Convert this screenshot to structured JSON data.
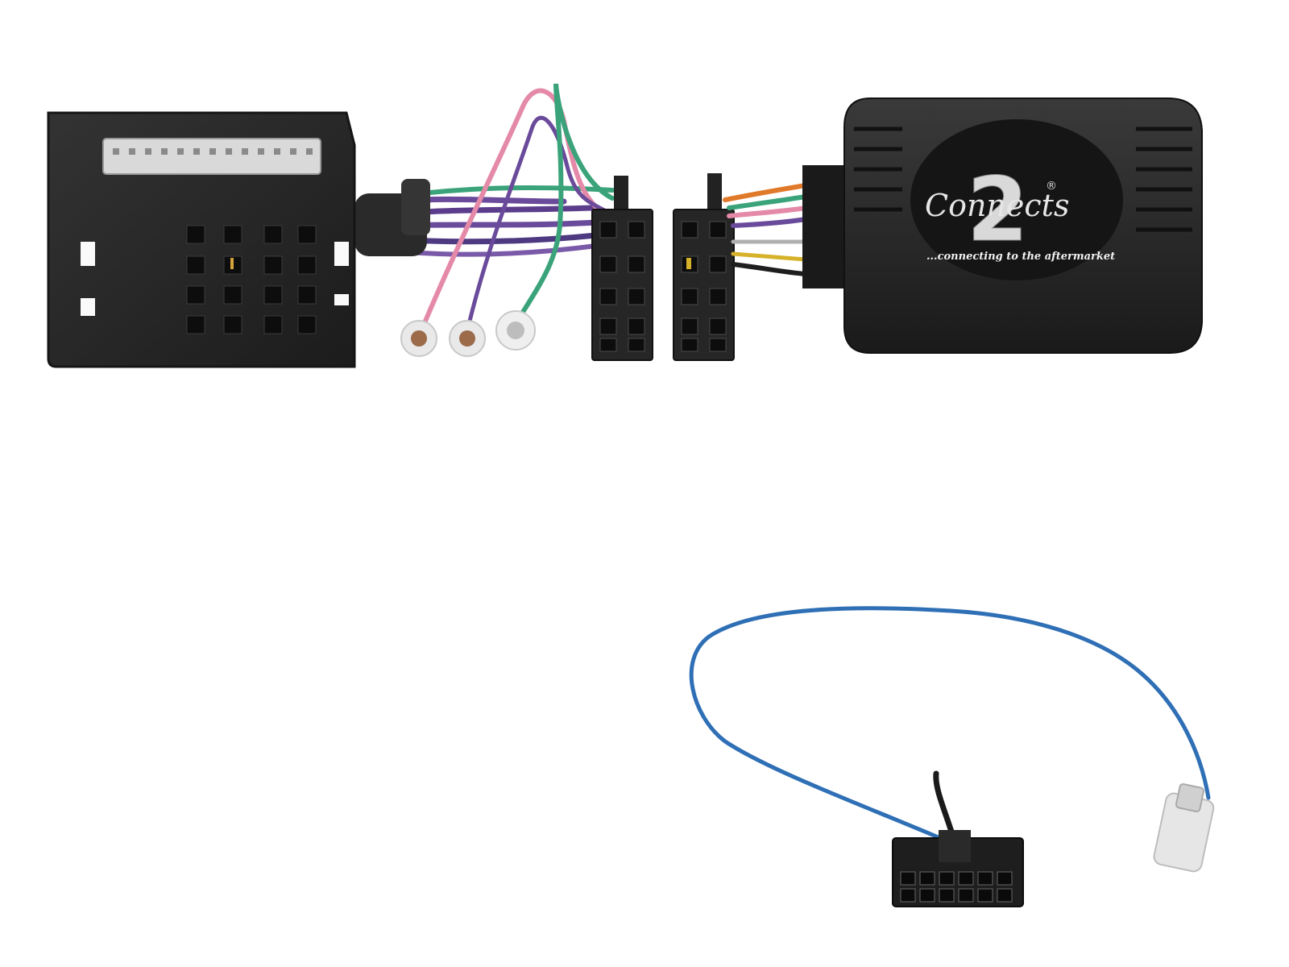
{
  "product": {
    "brand_logo_text": "Connects",
    "brand_logo_numeral": "2",
    "registered_mark": "®",
    "tagline": "...connecting to the aftermarket"
  },
  "colors": {
    "background": "#ffffff",
    "plastic": "#222222",
    "pin_block": "#d9d9d9",
    "wire_purple": "#6a4a9a",
    "wire_pink": "#e48aa8",
    "wire_green": "#3aa37a",
    "wire_orange": "#e07a2a",
    "wire_blue": "#2e6fb5",
    "terminal_white": "#e9e9e9"
  }
}
